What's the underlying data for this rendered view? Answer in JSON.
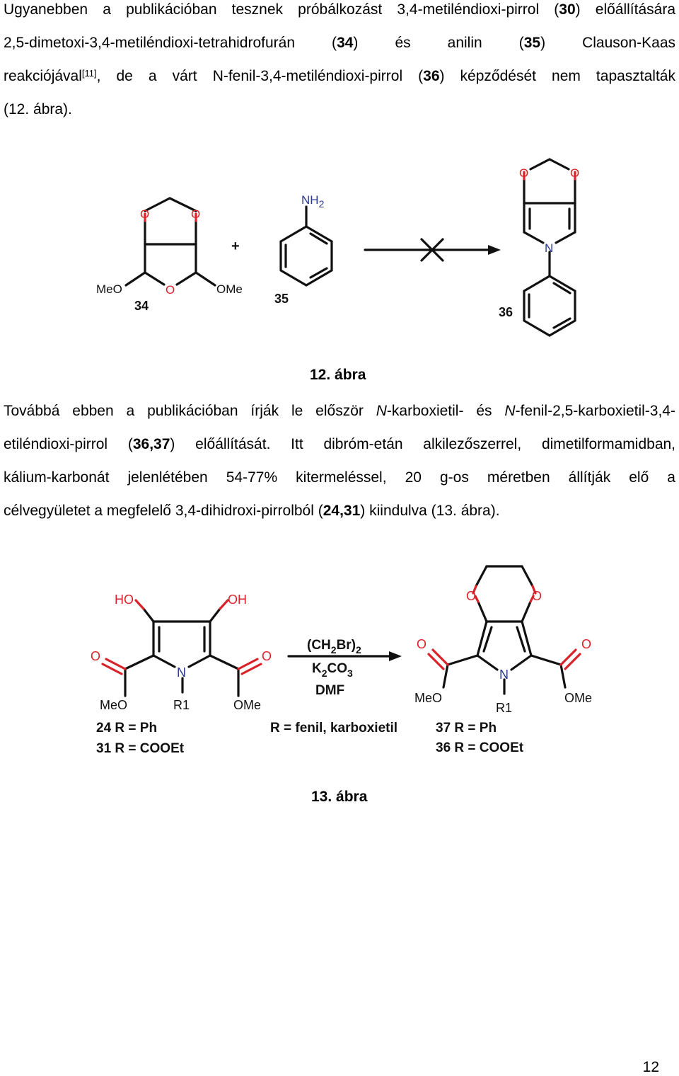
{
  "para1": {
    "line1": [
      "Ugyanebben a publikációban tesznek próbálkozást 3,4-metiléndioxi-pirrol (",
      "30",
      ") előállítására"
    ],
    "line2": [
      "2,5-dimetoxi-3,4-metiléndioxi-tetrahidrofurán (",
      "34",
      ") és anilin (",
      "35",
      ") Clauson-Kaas"
    ],
    "line3": [
      "reakciójával",
      "[11]",
      ", de a várt N-fenil-3,4-metiléndioxi-pirrol (",
      "36",
      ") képződését nem tapasztalták"
    ],
    "line4": "(12. ábra)."
  },
  "figure12": {
    "caption": "12. ábra",
    "labels": {
      "c34": "34",
      "c35": "35",
      "c36": "36",
      "plus": "+",
      "meo": "MeO",
      "ome": "OMe",
      "o": "O",
      "n": "N",
      "nh": "NH",
      "sub2": "2"
    }
  },
  "para2": {
    "line1": [
      "Továbbá ebben a publikációban írják le először ",
      "N",
      "-karboxietil- és ",
      "N",
      "-fenil-2,5-karboxietil-3,4-"
    ],
    "line2": [
      "etiléndioxi-pirrol (",
      "36,37",
      ") előállítását. Itt dibróm-etán alkilezőszerrel, dimetilformamidban,"
    ],
    "line3": "kálium-karbonát jelenlétében 54-77% kitermeléssel, 20 g-os méretben állítják elő a",
    "line4": [
      "célvegyületet a megfelelő 3,4-dihidroxi-pirrolból (",
      "24,31",
      ") kiindulva (13. ábra)."
    ]
  },
  "figure13": {
    "caption": "13. ábra",
    "reagents": {
      "ch2br": "(CH",
      "ch2br_sub": "2",
      "br": "Br)",
      "br_sub": "2",
      "k": "K",
      "k_sub": "2",
      "co": "CO",
      "co_sub": "3",
      "dmf": "DMF"
    },
    "labels": {
      "ho": "HO",
      "oh": "OH",
      "o": "O",
      "n": "N",
      "r1": "R1",
      "meo": "MeO",
      "ome": "OMe"
    },
    "legend_left": [
      "24 R = Ph",
      "31 R = COOEt"
    ],
    "legend_mid": "R = fenil, karboxietil",
    "legend_right": [
      "37 R = Ph",
      "36 R = COOEt"
    ]
  },
  "page_number": "12"
}
